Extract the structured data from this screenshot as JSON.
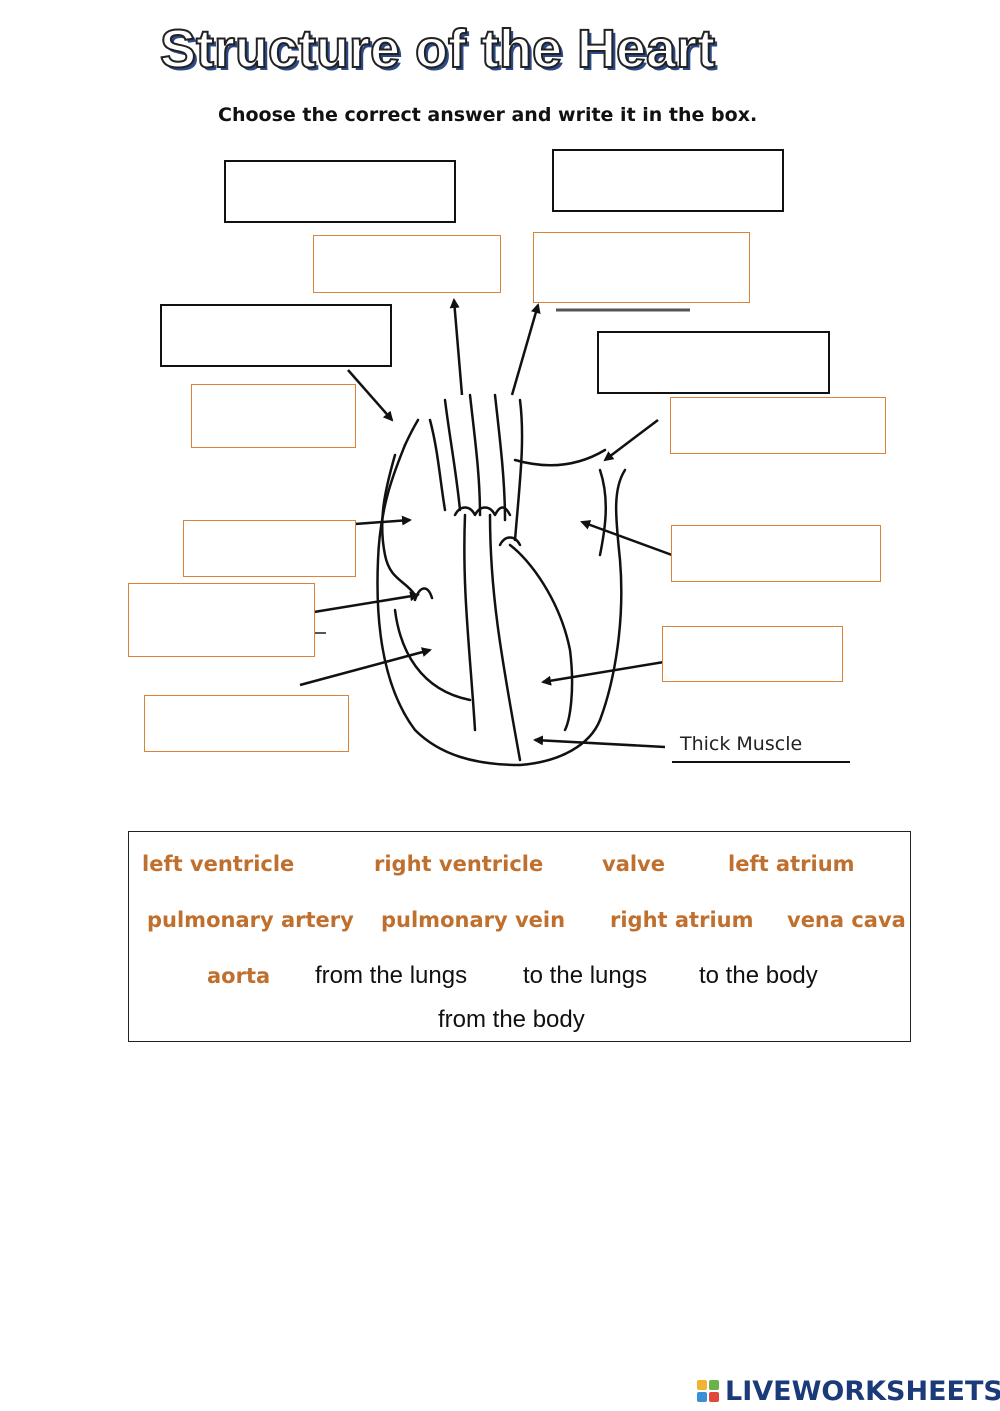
{
  "worksheet": {
    "title": "Structure of the Heart",
    "instruction": "Choose the correct answer and write it in the box.",
    "diagram_label": "Thick Muscle"
  },
  "word_bank": {
    "row1": [
      "left ventricle",
      "right ventricle",
      "valve",
      "left atrium"
    ],
    "row2": [
      "pulmonary artery",
      "pulmonary vein",
      "right atrium",
      "vena cava"
    ],
    "row3_term": "aorta",
    "row3_directions": [
      "from the lungs",
      "to the lungs",
      "to the body"
    ],
    "row4_direction": "from the body"
  },
  "footer": {
    "brand": "LIVEWORKSHEETS"
  },
  "colors": {
    "term": "#c0702e",
    "box_orange": "#d9823a",
    "box_black": "#111111",
    "brand": "#1a3a7a"
  }
}
